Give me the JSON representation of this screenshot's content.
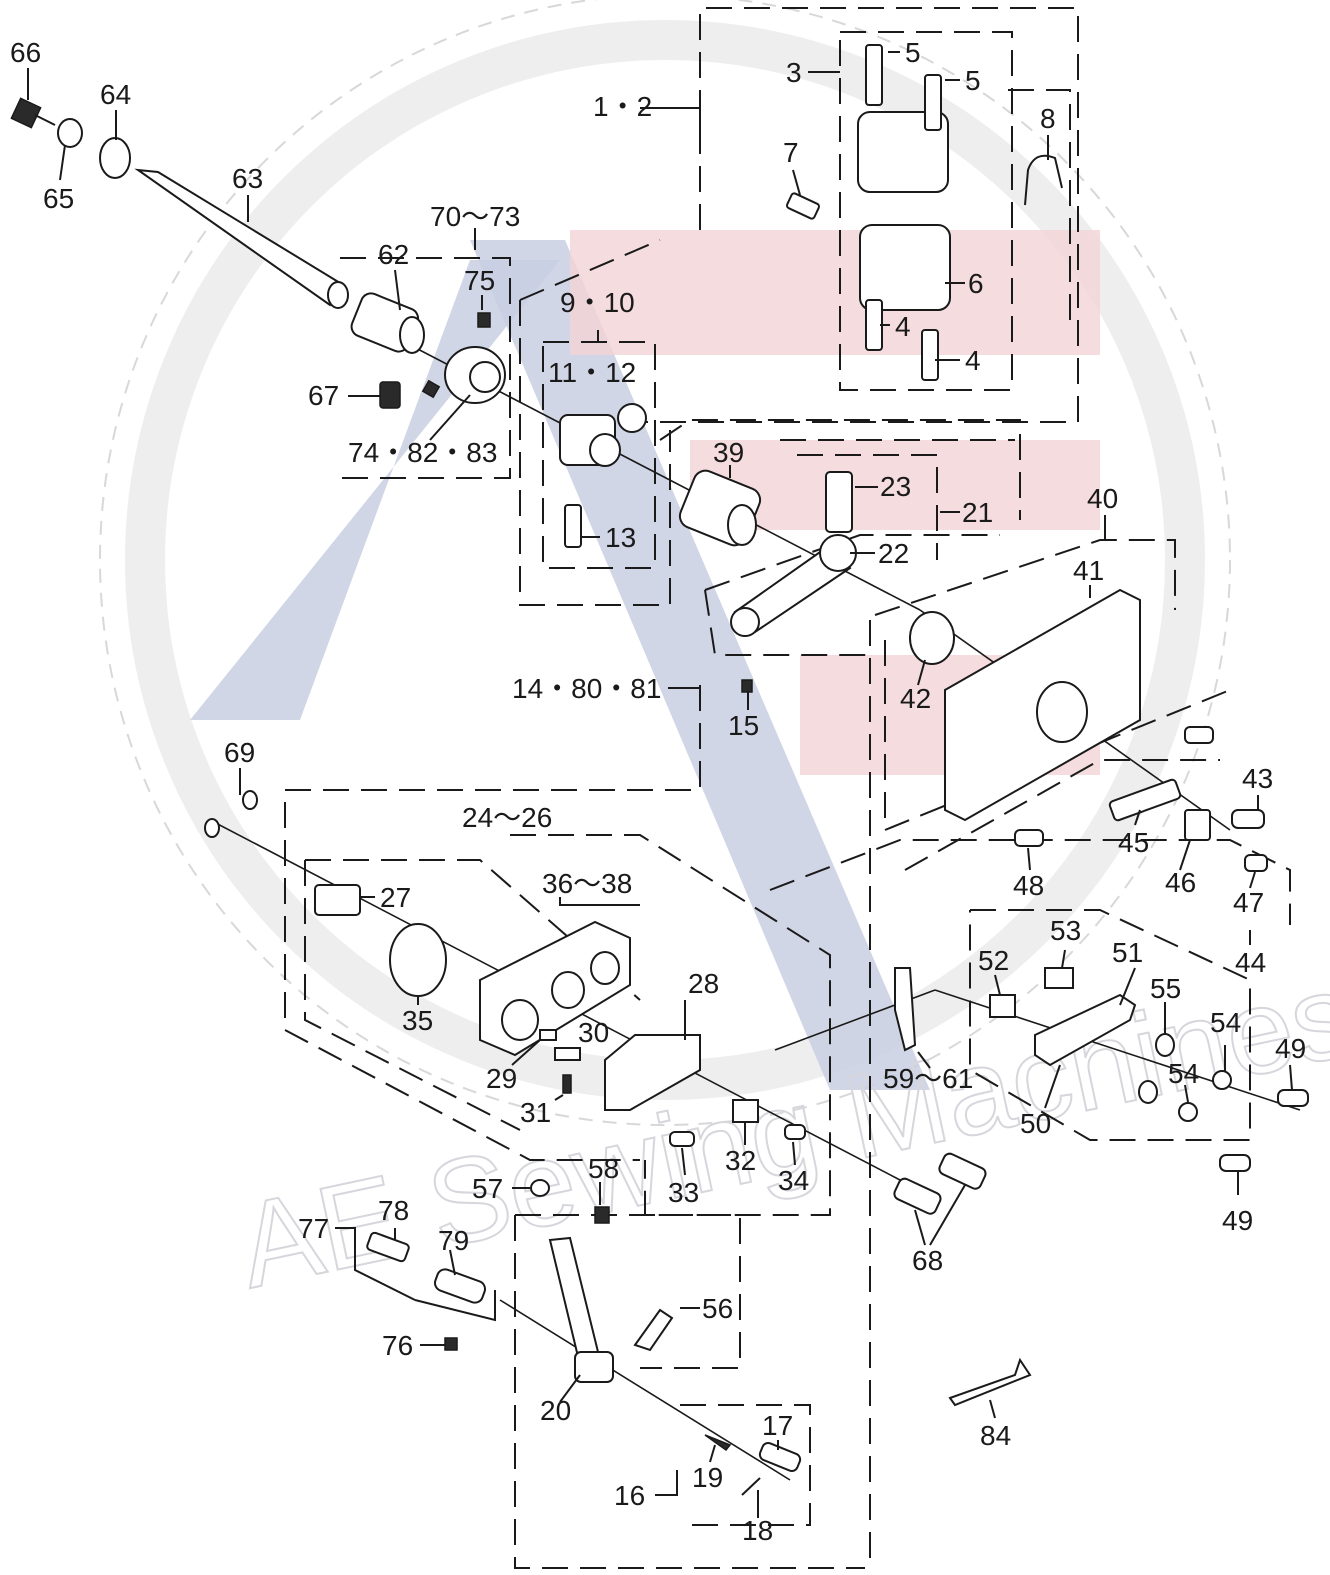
{
  "watermark": {
    "text": "AE Sewing Machines",
    "colors": {
      "blue": "#c9cfe2",
      "pink": "#f3d3d6",
      "ring": "#d8d8d8",
      "text": "#d6d6dc"
    }
  },
  "labels": {
    "l1_2": "1・2",
    "l3": "3",
    "l4a": "4",
    "l4b": "4",
    "l5a": "5",
    "l5b": "5",
    "l6": "6",
    "l7": "7",
    "l8": "8",
    "l9_10": "9・10",
    "l11_12": "11・12",
    "l13": "13",
    "l14_80_81": "14・80・81",
    "l15": "15",
    "l16": "16",
    "l17": "17",
    "l18": "18",
    "l19": "19",
    "l20": "20",
    "l21": "21",
    "l22": "22",
    "l23": "23",
    "l24_26": "24〜26",
    "l27": "27",
    "l28": "28",
    "l29": "29",
    "l30": "30",
    "l31": "31",
    "l32": "32",
    "l33": "33",
    "l34": "34",
    "l35": "35",
    "l36_38": "36〜38",
    "l39": "39",
    "l40": "40",
    "l41": "41",
    "l42": "42",
    "l43": "43",
    "l44": "44",
    "l45": "45",
    "l46": "46",
    "l47": "47",
    "l48": "48",
    "l49a": "49",
    "l49b": "49",
    "l50": "50",
    "l51": "51",
    "l52": "52",
    "l53": "53",
    "l54a": "54",
    "l54b": "54",
    "l55": "55",
    "l56": "56",
    "l57": "57",
    "l58": "58",
    "l59_61": "59〜61",
    "l62": "62",
    "l63": "63",
    "l64": "64",
    "l65": "65",
    "l66": "66",
    "l67": "67",
    "l68": "68",
    "l69": "69",
    "l70_73": "70〜73",
    "l74_82_83": "74・82・83",
    "l75": "75",
    "l76": "76",
    "l77": "77",
    "l78": "78",
    "l79": "79",
    "l84": "84"
  }
}
